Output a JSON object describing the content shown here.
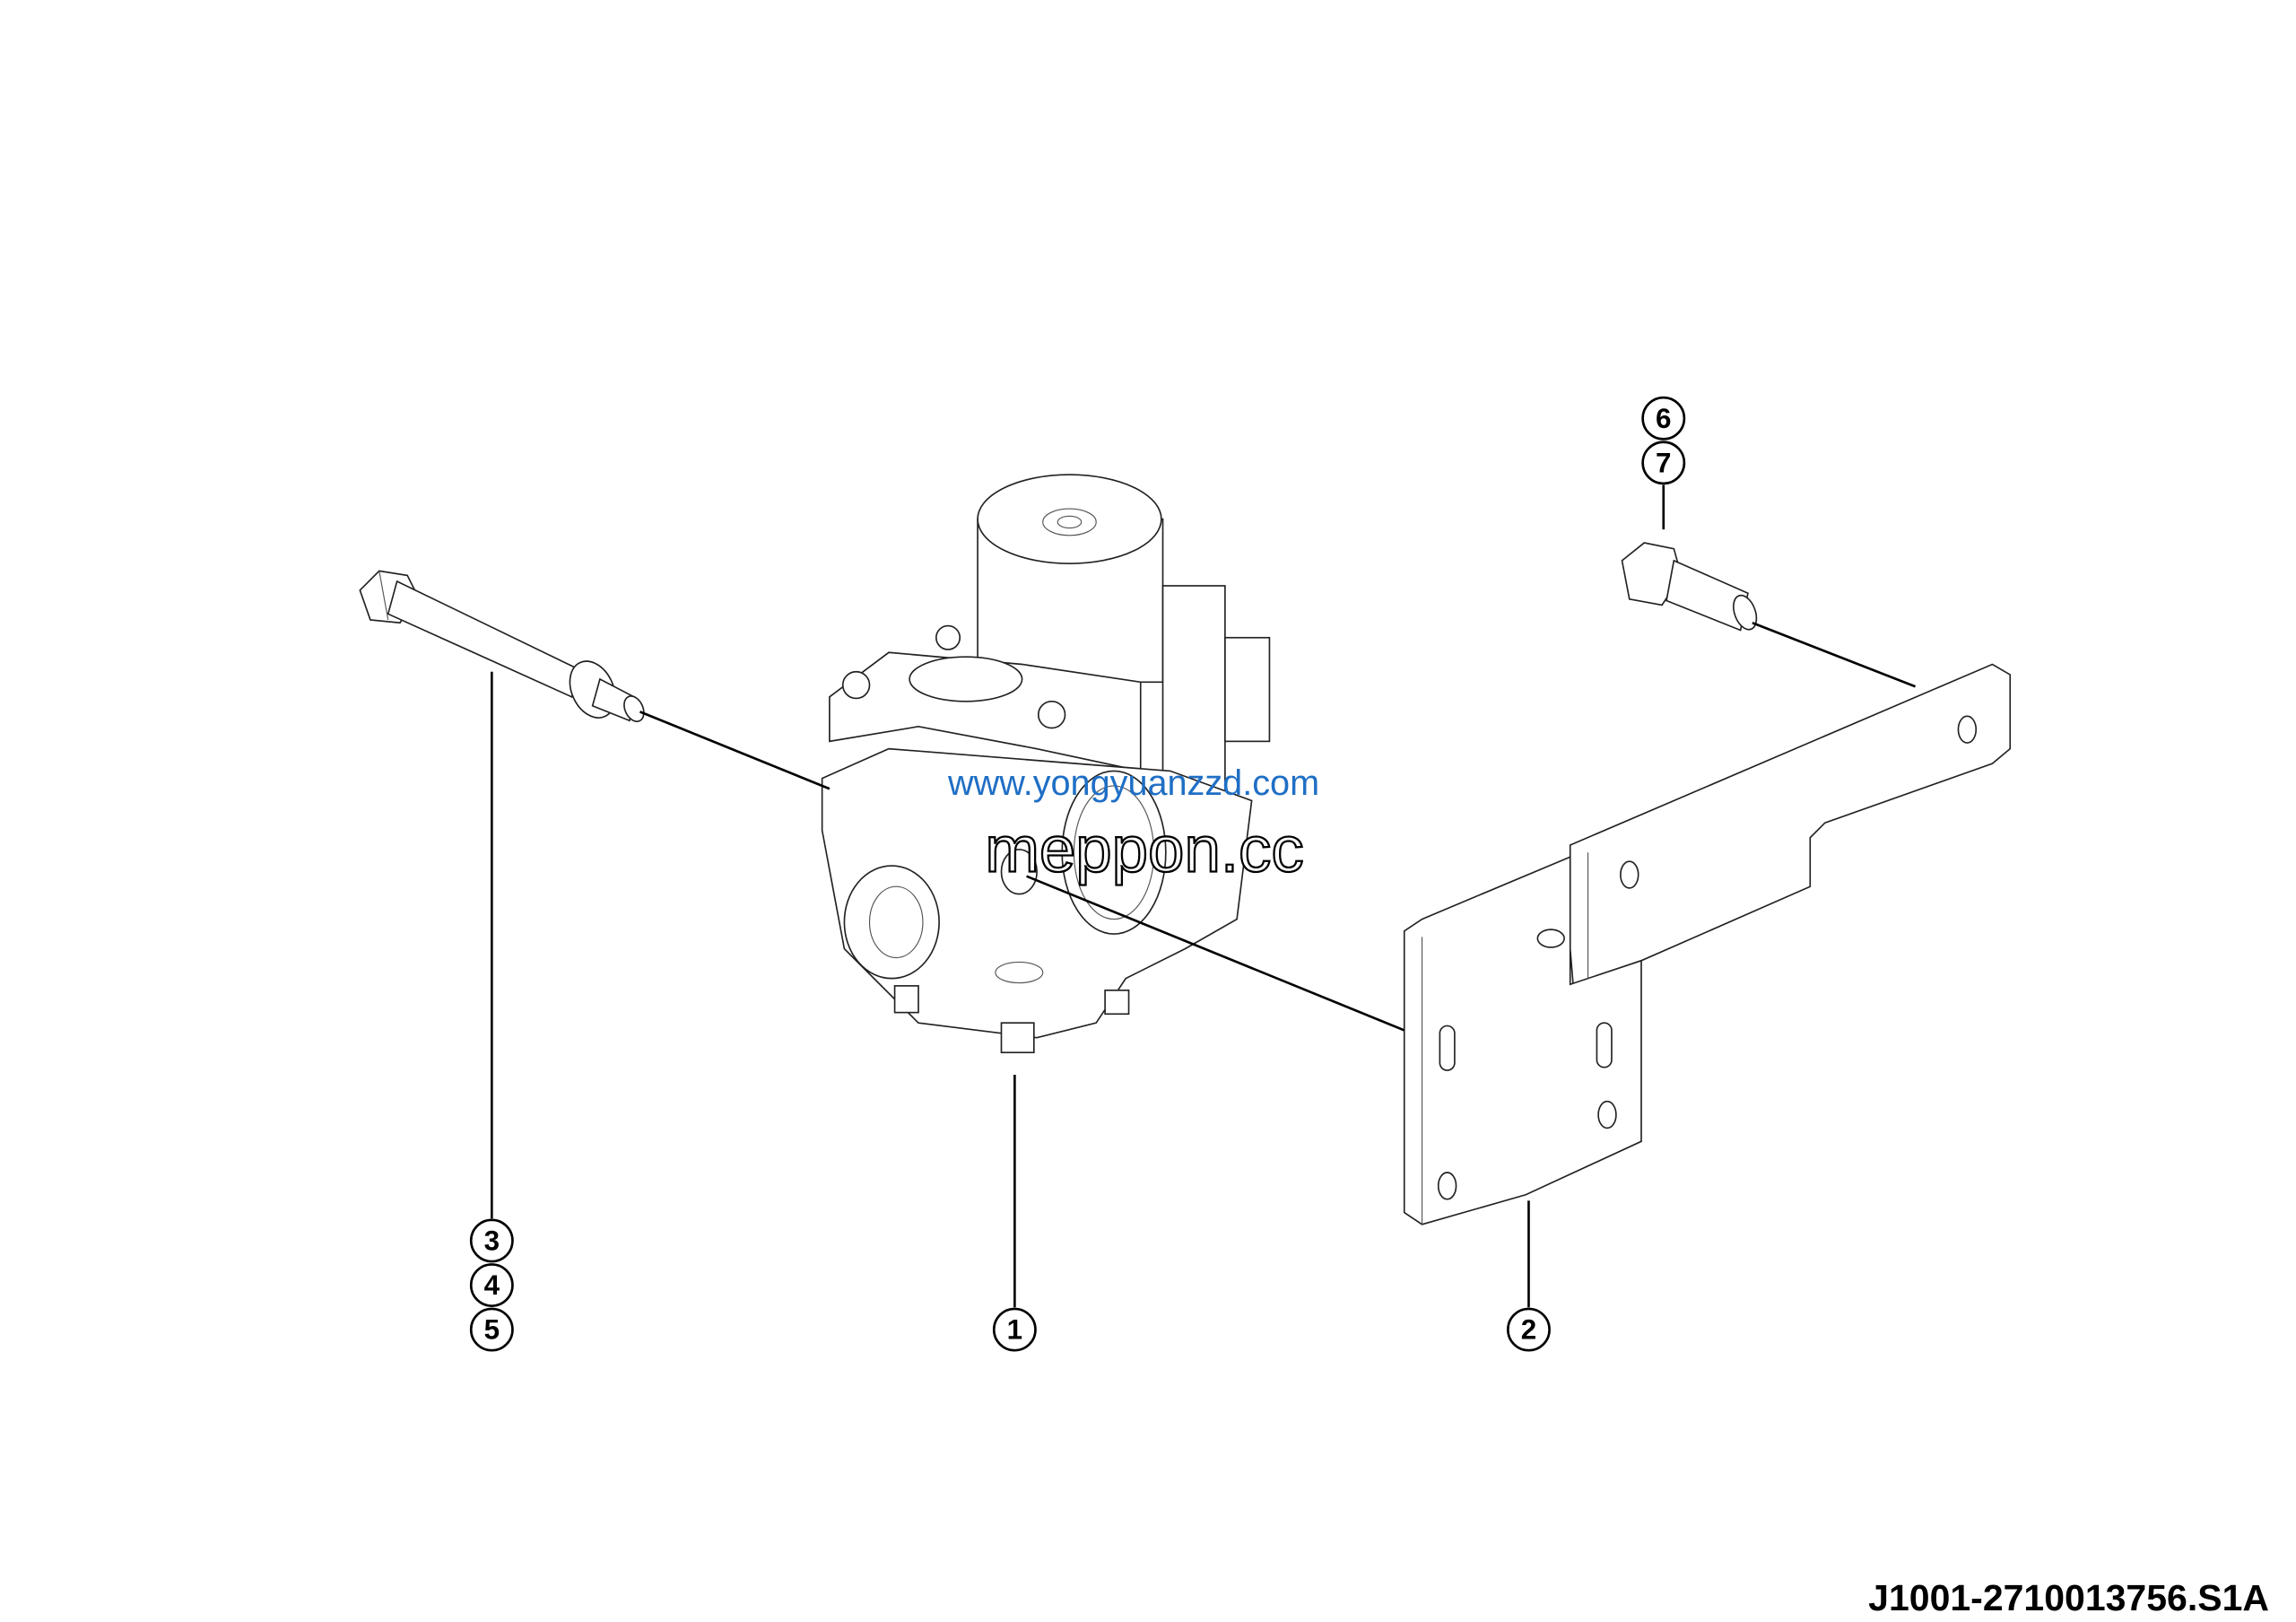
{
  "callouts": {
    "c1": "1",
    "c2": "2",
    "c3": "3",
    "c4": "4",
    "c5": "5",
    "c6": "6",
    "c7": "7"
  },
  "watermarks": {
    "outline": "meppon.cc",
    "blue": "www.yongyuanzzd.com"
  },
  "drawing_code": "J1001-2710013756.S1A",
  "colors": {
    "watermark_blue": "#1f6fc5",
    "line": "#000000"
  }
}
